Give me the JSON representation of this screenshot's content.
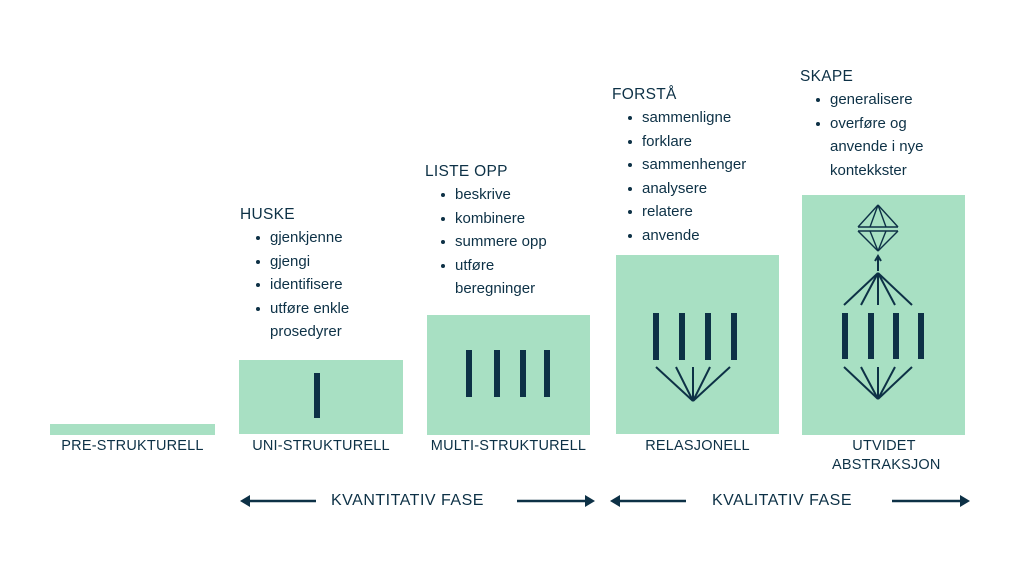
{
  "levels": [
    {
      "label": "PRE-STRUKTURELL"
    },
    {
      "label": "UNI-STRUKTURELL",
      "card": {
        "title": "HUSKE",
        "items": [
          "gjenkjenne",
          "gjengi",
          "identifisere",
          "utføre enkle prosedyrer"
        ]
      }
    },
    {
      "label": "MULTI-STRUKTURELL",
      "card": {
        "title": "LISTE OPP",
        "items": [
          "beskrive",
          "kombinere",
          "summere opp",
          "utføre beregninger"
        ]
      }
    },
    {
      "label": "RELASJONELL",
      "card": {
        "title": "FORSTÅ",
        "items": [
          "sammenligne",
          "forklare",
          "sammenhenger",
          "analysere",
          "relatere",
          "anvende"
        ]
      }
    },
    {
      "label": "UTVIDET ABSTRAKSJON",
      "card": {
        "title": "SKAPE",
        "items": [
          "generalisere",
          "overføre og anvende i nye kontekkster"
        ]
      }
    }
  ],
  "phases": {
    "quantitative": "KVANTITATIV FASE",
    "qualitative": "KVALITATIV FASE"
  },
  "icons": [
    "single-bar-icon",
    "four-bars-icon",
    "bars-converge-icon",
    "bars-abstraction-icon"
  ],
  "colors": {
    "block": "#a8e0c3",
    "ink": "#0d3146"
  }
}
